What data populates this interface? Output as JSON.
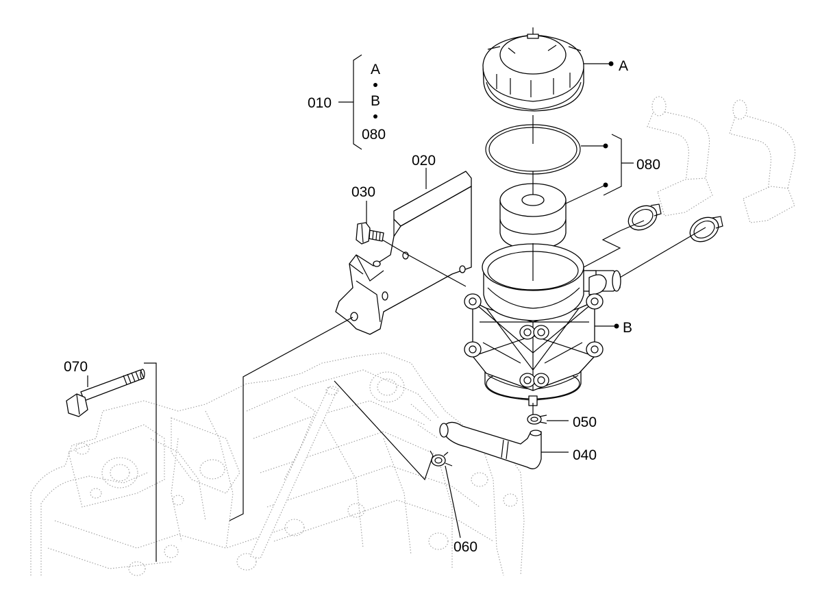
{
  "labels": {
    "p010": "010",
    "p020": "020",
    "p030": "030",
    "p040": "040",
    "p050": "050",
    "p060": "060",
    "p070": "070",
    "p080": "080",
    "p080_group": "080",
    "ref_a_top": "A",
    "ref_b_top": "B",
    "ref_a_cap": "A",
    "ref_b_housing": "B"
  }
}
